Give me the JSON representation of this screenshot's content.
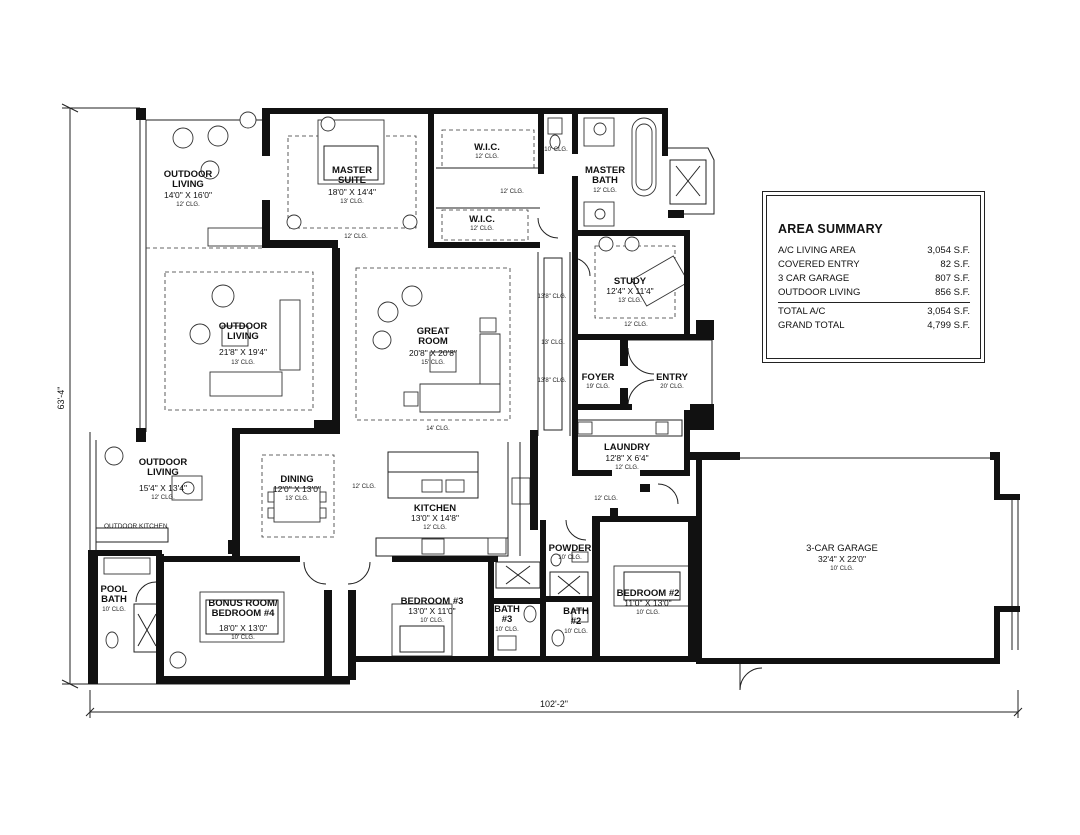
{
  "rooms": {
    "outdoor_living_1": {
      "name": "OUTDOOR\nLIVING",
      "dim": "14'0\" X 16'0\"",
      "clg": "12' CLG."
    },
    "master_suite": {
      "name": "MASTER\nSUITE",
      "dim": "18'0\" X 14'4\"",
      "clg": "13' CLG."
    },
    "wic_1": {
      "name": "W.I.C.",
      "clg": "12' CLG."
    },
    "wic_2": {
      "name": "W.I.C.",
      "clg": "12' CLG."
    },
    "master_bath": {
      "name": "MASTER\nBATH",
      "clg": "12' CLG."
    },
    "outdoor_living_2": {
      "name": "OUTDOOR\nLIVING",
      "dim": "21'8\" X 19'4\"",
      "clg": "13' CLG."
    },
    "great_room": {
      "name": "GREAT\nROOM",
      "dim": "20'8\" X 20'8\"",
      "clg": "15' CLG."
    },
    "study": {
      "name": "STUDY",
      "dim": "12'4\" X 11'4\"",
      "clg": "13' CLG."
    },
    "foyer": {
      "name": "FOYER",
      "clg": "19' CLG."
    },
    "entry": {
      "name": "ENTRY",
      "clg": "20' CLG."
    },
    "laundry": {
      "name": "LAUNDRY",
      "dim": "12'8\" X 6'4\"",
      "clg": "12' CLG."
    },
    "outdoor_living_3": {
      "name": "OUTDOOR\nLIVING",
      "dim": "15'4\" X 13'4\"",
      "clg": "12' CLG."
    },
    "dining": {
      "name": "DINING",
      "dim": "12'0\" X 13'0\"",
      "clg": "13' CLG."
    },
    "kitchen": {
      "name": "KITCHEN",
      "dim": "13'0\" X 14'8\"",
      "clg": "12' CLG."
    },
    "powder": {
      "name": "POWDER",
      "clg": "10' CLG."
    },
    "three_car_garage": {
      "name": "3-CAR GARAGE",
      "dim": "32'4\" X 22'0\"",
      "clg": "10' CLG."
    },
    "pool_bath": {
      "name": "POOL\nBATH",
      "clg": "10' CLG."
    },
    "bonus_room": {
      "name": "BONUS ROOM/\nBEDROOM #4",
      "dim": "18'0\" X 13'0\"",
      "clg": "10' CLG."
    },
    "bedroom_3": {
      "name": "BEDROOM #3",
      "dim": "13'0\" X 11'0\"",
      "clg": "10' CLG."
    },
    "bath_3": {
      "name": "BATH\n#3",
      "clg": "10' CLG."
    },
    "bath_2": {
      "name": "BATH\n#2",
      "clg": "10' CLG."
    },
    "bedroom_2": {
      "name": "BEDROOM #2",
      "dim": "11'0\" X 13'0\"",
      "clg": "10' CLG."
    }
  },
  "ceiling_notes": {
    "ms_clg": "12' CLG.",
    "hall_top": "12' CLG.",
    "bath_top": "10' CLG.",
    "study_hall": "12' CLG.",
    "gallery_1": "13'8\" CLG.",
    "gallery_2": "13' CLG.",
    "gallery_3": "13'8\" CLG.",
    "great_bottom": "14' CLG.",
    "kitchen_clg": "12' CLG.",
    "hall_mid": "12' CLG."
  },
  "labels": {
    "outdoor_kitchen": "OUTDOOR KITCHEN"
  },
  "dimensions": {
    "depth": "63'-4\"",
    "width": "102'-2\""
  },
  "area_summary": {
    "title": "AREA SUMMARY",
    "rows": [
      {
        "label": "A/C LIVING AREA",
        "value": "3,054 S.F."
      },
      {
        "label": "COVERED ENTRY",
        "value": "82 S.F."
      },
      {
        "label": "3 CAR GARAGE",
        "value": "807 S.F."
      },
      {
        "label": "OUTDOOR LIVING",
        "value": "856 S.F."
      }
    ],
    "totals": [
      {
        "label": "TOTAL A/C",
        "value": "3,054 S.F."
      },
      {
        "label": "GRAND TOTAL",
        "value": "4,799 S.F."
      }
    ]
  }
}
